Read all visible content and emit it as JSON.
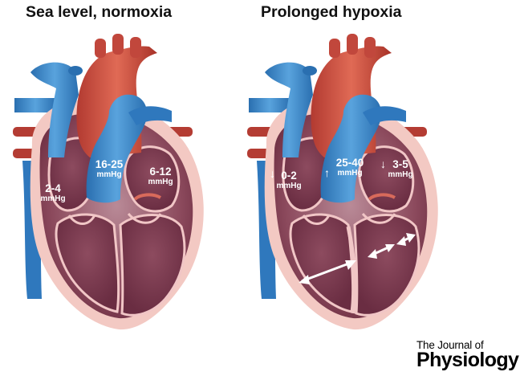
{
  "panels": {
    "left": {
      "title": "Sea level, normoxia",
      "right_atrium": {
        "value": "2-4",
        "unit": "mmHg"
      },
      "pulmonary_artery": {
        "value": "16-25",
        "unit": "mmHg"
      },
      "left_atrium": {
        "value": "6-12",
        "unit": "mmHg"
      }
    },
    "right": {
      "title": "Prolonged hypoxia",
      "right_atrium": {
        "value": "0-2",
        "unit": "mmHg",
        "direction": "down"
      },
      "pulmonary_artery": {
        "value": "25-40",
        "unit": "mmHg",
        "direction": "up"
      },
      "left_atrium": {
        "value": "3-5",
        "unit": "mmHg",
        "direction": "down"
      }
    }
  },
  "journal": {
    "line1": "The Journal of",
    "line2": "Physiology"
  },
  "colors": {
    "blue": "#3a86c8",
    "red": "#c9453b",
    "muscle": "#8a3a4f",
    "pericardium": "#f4cfc9"
  }
}
